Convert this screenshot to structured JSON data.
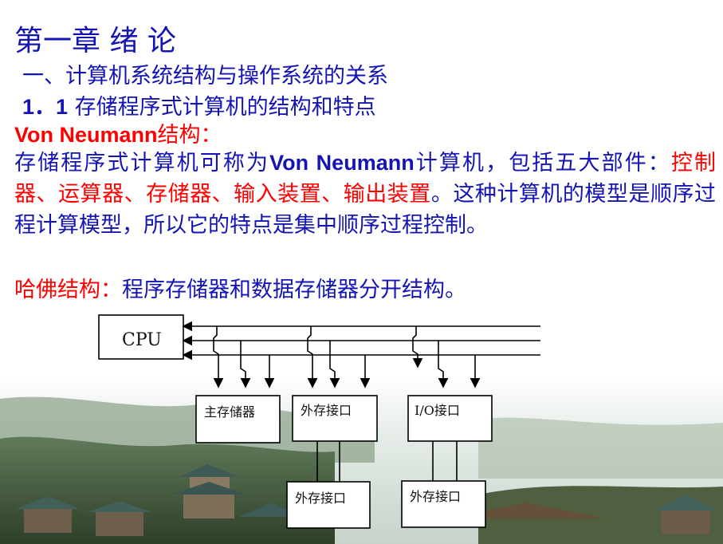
{
  "slide": {
    "title": "第一章 绪 论",
    "section": "一、计算机系统结构与操作系统的关系",
    "subsection_number": "1．1",
    "subsection_title": "存储程序式计算机的结构和特点",
    "von_neumann_heading_en": "Von Neumann",
    "von_neumann_heading_zh": "结构：",
    "paragraph": {
      "part1": "存储程序式计算机可称为",
      "part2_bold": "Von Neumann",
      "part3": "计算机，包括五大部件：",
      "part4_red": "控制器、运算器、存储器、输入装置、输出装置",
      "part5": "。这种计算机的模型是顺序过程计算模型，所以它的特点是集中顺序过程控制。"
    },
    "harvard_label": "哈佛结构：",
    "harvard_text": "程序存储器和数据存储器分开结构。"
  },
  "diagram": {
    "cpu_label": "CPU",
    "main_memory_label": "主存储器",
    "ext_interface_top_label": "外存接口",
    "io_interface_label": "I/O接口",
    "ext_interface_bottom_left_label": "外存接口",
    "ext_interface_bottom_right_label": "外存接口"
  },
  "colors": {
    "title_blue": "#1414b4",
    "highlight_red": "#ff0000"
  }
}
